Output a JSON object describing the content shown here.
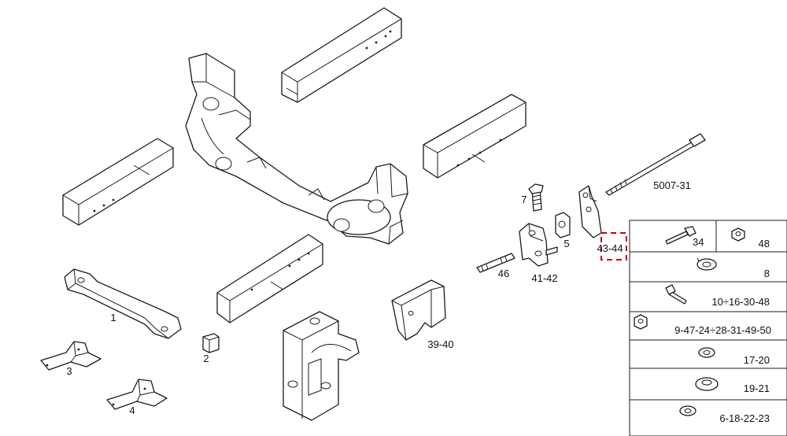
{
  "diagram": {
    "labels": {
      "p1": "1",
      "p2": "2",
      "p3": "3",
      "p4": "4",
      "p5": "5",
      "p7": "7",
      "p39_40": "39-40",
      "p41_42": "41-42",
      "p43_44": "43-44",
      "p46": "46",
      "p5007_31": "5007-31"
    },
    "legend": {
      "rows": [
        {
          "left": "34",
          "right": "48"
        },
        {
          "right": "8"
        },
        {
          "right": "10÷16-30-48"
        },
        {
          "right": "9-47-24÷28-31-49-50"
        },
        {
          "right": "17-20"
        },
        {
          "right": "19-21"
        },
        {
          "right": "6-18-22-23"
        }
      ]
    },
    "highlight_color": "#c0001a"
  }
}
